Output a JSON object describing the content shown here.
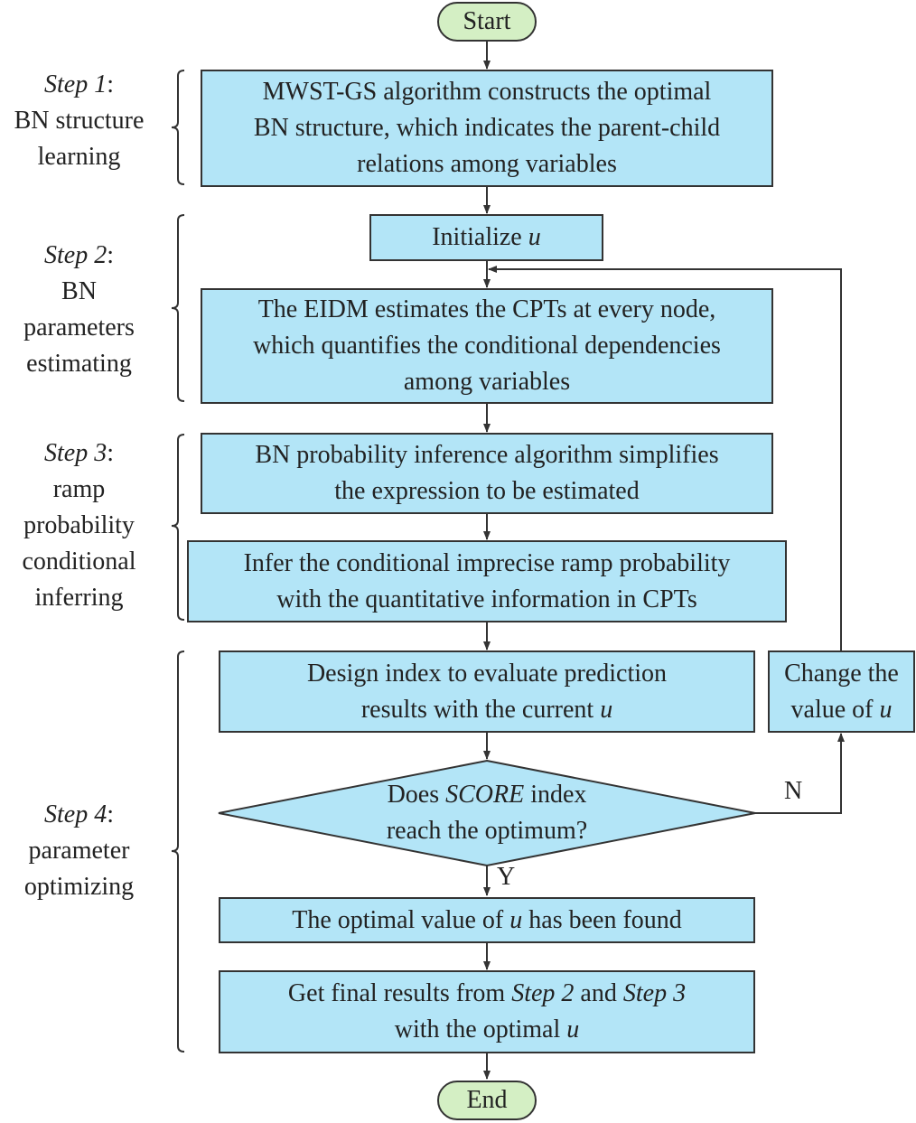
{
  "start": "Start",
  "end": "End",
  "boxes": {
    "mwst": [
      "MWST-GS algorithm constructs the optimal",
      "BN structure, which indicates the parent-child",
      "relations among variables"
    ],
    "init_prefix": "Initialize ",
    "init_var": "u",
    "eidm": [
      "The EIDM estimates the CPTs at every node,",
      "which quantifies the conditional dependencies",
      "among variables"
    ],
    "bn_infer": [
      "BN probability inference algorithm simplifies",
      "the expression to be estimated"
    ],
    "infer": [
      "Infer the conditional imprecise ramp probability",
      "with the quantitative information in CPTs"
    ],
    "design_line1": "Design index to evaluate prediction",
    "design_line2_prefix": "results with the current ",
    "design_var": "u",
    "change_line1": "Change the",
    "change_line2_prefix": "value of ",
    "change_var": "u",
    "decision_pre": "Does ",
    "decision_em": "SCORE",
    "decision_post": " index",
    "decision_line2": "reach the optimum?",
    "found_pre": "The optimal value of ",
    "found_var": "u",
    "found_post": " has been found",
    "final_pre": "Get final results from ",
    "final_step2": "Step 2",
    "final_and": " and ",
    "final_step3": "Step 3",
    "final_line2_prefix": "with the optimal ",
    "final_var": "u"
  },
  "branch": {
    "no": "N",
    "yes": "Y"
  },
  "steps": [
    {
      "name": "Step 1",
      "colon": ":",
      "lines": [
        "BN structure",
        "learning"
      ]
    },
    {
      "name": "Step 2",
      "colon": ":",
      "lines": [
        "BN",
        "parameters",
        "estimating"
      ]
    },
    {
      "name": "Step 3",
      "colon": ":",
      "lines": [
        "ramp",
        "probability",
        "conditional",
        "inferring"
      ]
    },
    {
      "name": "Step 4",
      "colon": ":",
      "lines": [
        "parameter",
        "optimizing"
      ]
    }
  ],
  "colors": {
    "process_fill": "#b3e5f7",
    "terminal_fill": "#d4efc4",
    "stroke": "#333333"
  }
}
